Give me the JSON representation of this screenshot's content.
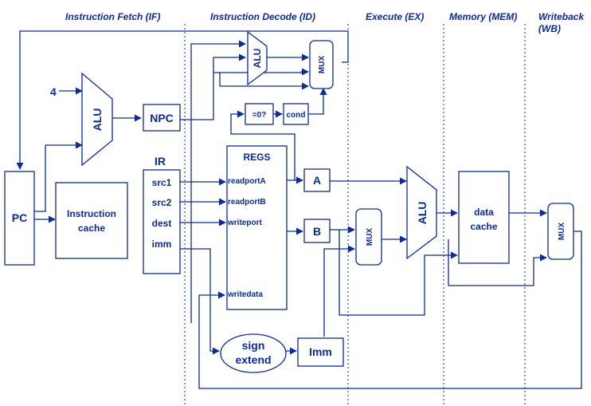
{
  "stages": {
    "if": "Instruction Fetch (IF)",
    "id": "Instruction Decode (ID)",
    "ex": "Execute (EX)",
    "mem": "Memory (MEM)",
    "wb_line1": "Writeback",
    "wb_line2": "(WB)"
  },
  "blocks": {
    "pc": "PC",
    "icache_line1": "Instruction",
    "icache_line2": "cache",
    "npc": "NPC",
    "const_four": "4",
    "alu": "ALU",
    "mux": "MUX",
    "ir": "IR",
    "ir_fields": [
      "src1",
      "src2",
      "dest",
      "imm"
    ],
    "regs": "REGS",
    "regs_ports": [
      "readportA",
      "readportB",
      "writeport",
      "writedata"
    ],
    "zero_test": "=0?",
    "cond": "cond",
    "a": "A",
    "b": "B",
    "sign_line1": "sign",
    "sign_line2": "extend",
    "imm": "Imm",
    "dcache_line1": "data",
    "dcache_line2": "cache"
  },
  "colors": {
    "ink": "#0a2a9e",
    "background": "#ffffff"
  }
}
